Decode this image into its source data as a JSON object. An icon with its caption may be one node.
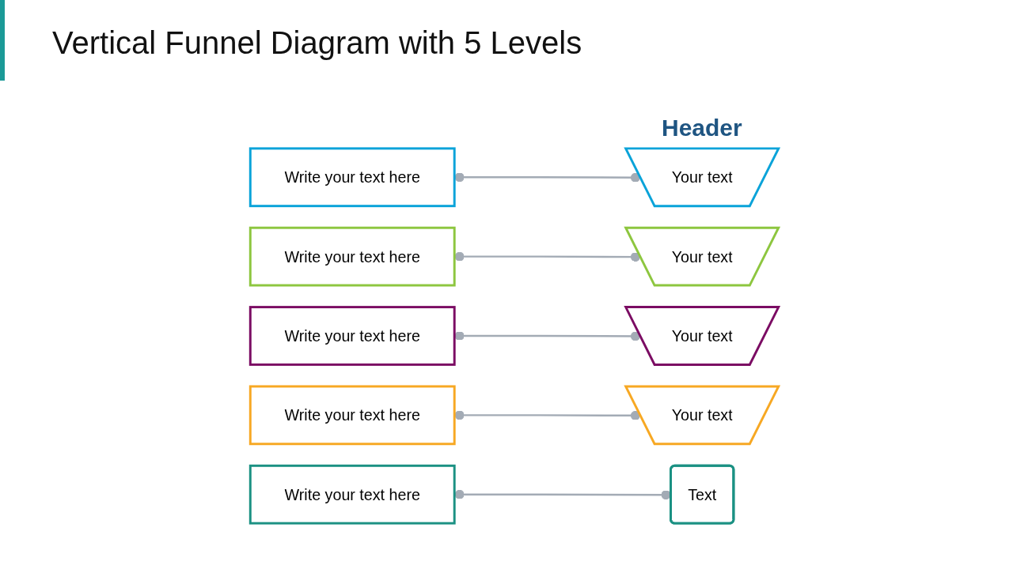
{
  "diagram": {
    "title": "Vertical Funnel Diagram with 5 Levels",
    "nodes": [
      {
        "text": [
          "Write your text here"
        ]
      },
      {
        "text": [
          "Your text"
        ]
      },
      {
        "text": [
          "Write your text here"
        ]
      },
      {
        "text": [
          "Your text"
        ]
      },
      {
        "text": [
          "Write your text here"
        ]
      },
      {
        "text": [
          "Your text"
        ]
      },
      {
        "text": [
          "Write your text here"
        ]
      },
      {
        "text": [
          "Your text"
        ]
      },
      {
        "text": [
          "Write your text here"
        ]
      },
      {
        "text": [
          "Text"
        ]
      }
    ],
    "edges": [
      {
        "from": 0,
        "to": 1,
        "arrow": "other"
      },
      {
        "from": 2,
        "to": 3,
        "arrow": "other"
      },
      {
        "from": 4,
        "to": 5,
        "arrow": "other"
      },
      {
        "from": 6,
        "to": 7,
        "arrow": "other"
      },
      {
        "from": 8,
        "to": 9,
        "arrow": "other"
      }
    ],
    "labels": [
      "Header"
    ]
  }
}
